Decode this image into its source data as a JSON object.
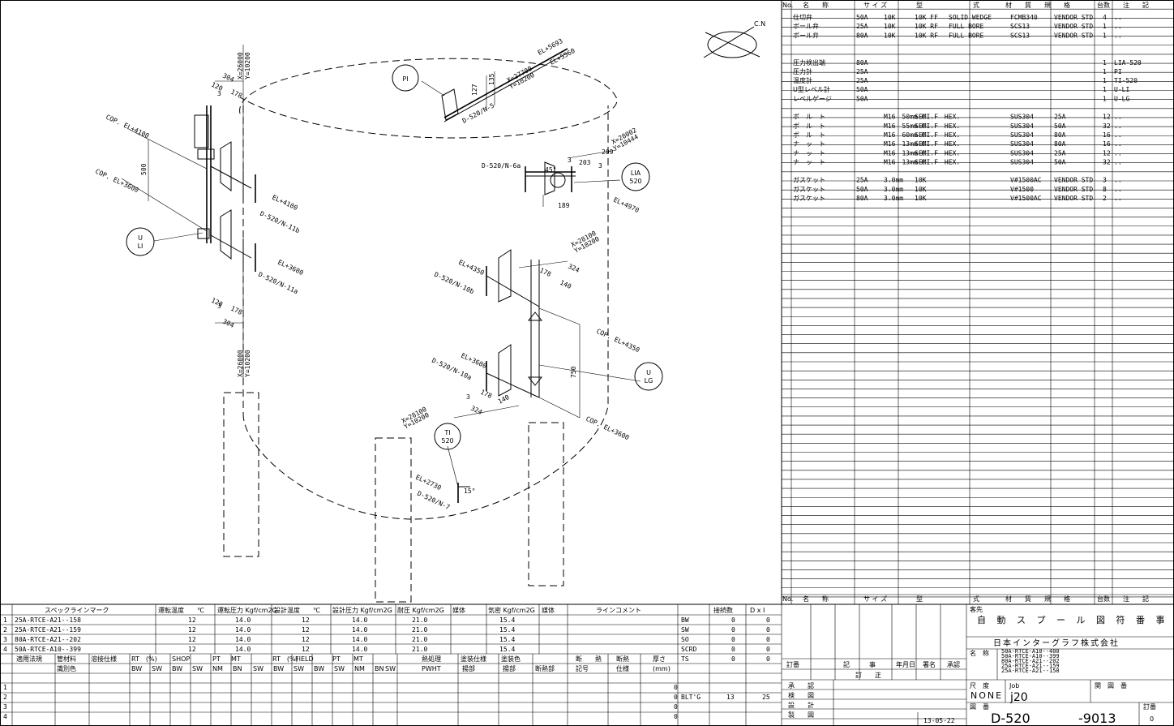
{
  "north_label": "C.N",
  "bubbles": [
    {
      "id": "pi",
      "l1": "PI",
      "l2": ""
    },
    {
      "id": "lia",
      "l1": "LIA",
      "l2": "520"
    },
    {
      "id": "uli",
      "l1": "U",
      "l2": "LI"
    },
    {
      "id": "ulg",
      "l1": "U",
      "l2": "LG"
    },
    {
      "id": "ti",
      "l1": "TI",
      "l2": "520"
    }
  ],
  "annotations": {
    "el5693": "EL+5693",
    "el5560": "EL+5560",
    "xy_pi": "X=27700",
    "y_pi": "Y=10200",
    "d127": "127",
    "d135": "135",
    "n5": "D-520/N-5",
    "xy_lia": "X=28002",
    "y_lia": "Y=10444",
    "d209": "209",
    "d203": "203",
    "d3a": "3",
    "d3b": "3",
    "n6a": "D-520/N-6a",
    "d45": "45°",
    "d189": "189",
    "el4970": "EL+4970",
    "cop4100": "COP. EL+4100",
    "cop3600l": "COP. EL+3600",
    "d500": "500",
    "d304t": "304",
    "d120t": "120",
    "d178t": "178",
    "d3c": "3",
    "xl_top": "X=26000",
    "yl_top": "Y=10200",
    "el4100": "EL+4100",
    "n11b": "D-520/N-11b",
    "el3600a": "EL+3600",
    "n11a": "D-520/N-11a",
    "d120b": "120",
    "d178b": "178",
    "d304b": "304",
    "d3d": "3",
    "xl_bot": "X=26000",
    "yl_bot": "Y=10200",
    "el4350": "EL+4350",
    "n10b": "D-520/N-10b",
    "d178m": "178",
    "d324m": "324",
    "d140m": "140",
    "xy_10b": "X=28100",
    "y_10b": "Y=10200",
    "cop4350": "COP. EL+4350",
    "d750": "750",
    "el3600b": "EL+3600",
    "n10a": "D-520/N-10a",
    "d178n": "178",
    "d140n": "140",
    "d324n": "324",
    "d3e": "3",
    "xy_10a": "X=28100",
    "y_10a": "Y=10200",
    "cop3600r": "COP. EL+3600",
    "el2730": "EL+2730",
    "n7": "D-520/N-7",
    "d15": "15°"
  },
  "bom": {
    "headers": [
      "No.",
      "名　　称",
      "サ イ ズ",
      "型",
      "式",
      "材　　質　　規　　格",
      "台数",
      "注　　記"
    ],
    "rows": [
      [
        "",
        "仕切弁",
        "50A",
        "10K",
        "10K FF",
        "SOLID WEDGE",
        "FCMB340",
        "VENDOR STD",
        "4",
        ".."
      ],
      [
        "",
        "ボール弁",
        "25A",
        "10K",
        "10K RF",
        "FULL BORE",
        "SCS13",
        "VENDOR STD",
        "1",
        ".."
      ],
      [
        "",
        "ボール弁",
        "80A",
        "10K",
        "10K RF",
        "FULL BORE",
        "SCS13",
        "VENDOR STD",
        "1",
        ".."
      ],
      [
        "",
        "",
        "",
        "",
        "",
        "",
        "",
        "",
        "",
        ""
      ],
      [
        "",
        "",
        "",
        "",
        "",
        "",
        "",
        "",
        "",
        ""
      ],
      [
        "",
        "圧力検出端",
        "80A",
        "",
        "",
        "",
        "",
        "",
        "1",
        "LIA-520"
      ],
      [
        "",
        "圧力計",
        "25A",
        "",
        "",
        "",
        "",
        "",
        "1",
        "PI"
      ],
      [
        "",
        "温度計",
        "25A",
        "",
        "",
        "",
        "",
        "",
        "1",
        "TI-520"
      ],
      [
        "",
        "U型レベル計",
        "50A",
        "",
        "",
        "",
        "",
        "",
        "1",
        "U-LI"
      ],
      [
        "",
        "レベルゲージ",
        "50A",
        "",
        "",
        "",
        "",
        "",
        "1",
        "U-LG"
      ],
      [
        "",
        "",
        "",
        "",
        "",
        "",
        "",
        "",
        "",
        ""
      ],
      [
        "",
        "ボ　ル　ト",
        "",
        "M16　50mm C",
        "SEMI.F　HEX.",
        "",
        "SUS304",
        "25A",
        "12",
        ".."
      ],
      [
        "",
        "ボ　ル　ト",
        "",
        "M16　55mm C",
        "SEMI.F　HEX.",
        "",
        "SUS304",
        "50A",
        "32",
        ".."
      ],
      [
        "",
        "ボ　ル　ト",
        "",
        "M16　60mm C",
        "SEMI.F　HEX.",
        "",
        "SUS304",
        "80A",
        "16",
        ".."
      ],
      [
        "",
        "ナ　ッ　ト",
        "",
        "M16　13mm C",
        "SEMI.F　HEX.",
        "",
        "SUS304",
        "80A",
        "16",
        ".."
      ],
      [
        "",
        "ナ　ッ　ト",
        "",
        "M16　13mm C",
        "SEMI.F　HEX.",
        "",
        "SUS304",
        "25A",
        "12",
        ".."
      ],
      [
        "",
        "ナ　ッ　ト",
        "",
        "M16　13mm C",
        "SEMI.F　HEX.",
        "",
        "SUS304",
        "50A",
        "32",
        ".."
      ],
      [
        "",
        "",
        "",
        "",
        "",
        "",
        "",
        "",
        "",
        ""
      ],
      [
        "",
        "ガスケット",
        "25A",
        "3.0mm",
        "10K",
        "",
        "V#1500AC",
        "VENDOR STD",
        "3",
        ".."
      ],
      [
        "",
        "ガスケット",
        "50A",
        "3.0mm",
        "10K",
        "",
        "V#1500",
        "VENDOR STD",
        "8",
        ".."
      ],
      [
        "",
        "ガスケット",
        "80A",
        "3.0mm",
        "10K",
        "",
        "V#1500AC",
        "VENDOR STD",
        "2",
        ".."
      ]
    ]
  },
  "spec": {
    "h1": [
      "スペックラインマーク",
      "運転温度　　℃",
      "運転圧力 Kgf/cm2G",
      "設計温度　　℃",
      "設計圧力 Kgf/cm2G",
      "耐圧 Kgf/cm2G",
      "媒体",
      "気密 Kgf/cm2G",
      "媒体",
      "ラインコメント"
    ],
    "rows": [
      {
        "no": "1",
        "mark": "25A-RTCE-A21--158",
        "op_t": "12",
        "op_p": "14.0",
        "ds_t": "12",
        "ds_p": "14.0",
        "hyd": "21.0",
        "air": "15.4"
      },
      {
        "no": "2",
        "mark": "25A-RTCE-A21--159",
        "op_t": "12",
        "op_p": "14.0",
        "ds_t": "12",
        "ds_p": "14.0",
        "hyd": "21.0",
        "air": "15.4"
      },
      {
        "no": "3",
        "mark": "80A-RTCE-A21--202",
        "op_t": "12",
        "op_p": "14.0",
        "ds_t": "12",
        "ds_p": "14.0",
        "hyd": "21.0",
        "air": "15.4"
      },
      {
        "no": "4",
        "mark": "50A-RTCE-A10--399",
        "op_t": "12",
        "op_p": "14.0",
        "ds_t": "12",
        "ds_p": "14.0",
        "hyd": "21.0",
        "air": "15.4"
      }
    ],
    "weld_head": [
      "",
      "接続数",
      "D x I"
    ],
    "weld": [
      [
        "BW",
        "0",
        "0"
      ],
      [
        "SW",
        "0",
        "0"
      ],
      [
        "SO",
        "0",
        "0"
      ],
      [
        "SCRD",
        "0",
        "0"
      ],
      [
        "TS",
        "0",
        "0"
      ]
    ],
    "h2": [
      "適用法規",
      "管材料",
      "溶接仕様",
      "RT　(%)",
      "SHOP",
      "PT",
      "MT",
      "RT　(%)",
      "FIELD",
      "PT",
      "MT",
      "熱処理",
      "塗装仕様",
      "塗装色",
      "断　　熱",
      "断熱",
      "厚さ"
    ],
    "h3": [
      "識別色",
      "BW",
      "SW",
      "BW",
      "SW",
      "NM",
      "BN",
      "SW",
      "BW",
      "SW",
      "BW",
      "SW",
      "NM",
      "BN",
      "SW",
      "PWHT",
      "揚部",
      "揚部",
      "断熱部",
      "記号",
      "仕様",
      "(mm)"
    ],
    "bottom_nos": [
      "1",
      "2",
      "3",
      "4"
    ],
    "bottom_zero": [
      "0",
      "0",
      "0",
      "0"
    ],
    "blt_label": "BLT'G",
    "blt_a": "13",
    "blt_b": "25"
  },
  "title": {
    "customer_label": "客先",
    "title_main": "自 動 ス プ ー ル 図 符 番 事 例",
    "company": "日本インターグラフ株式会社",
    "name_label": "名　称",
    "lines": [
      "50A-RTCE-A10--400",
      "50A-RTCE-A10--399",
      "80A-RTCE-A21--202",
      "25A-RTCE-A21--159",
      "25A-RTCE-A21--158"
    ],
    "rev_heads": [
      "訂番",
      "記　　　事",
      "年月日",
      "署名",
      "承認"
    ],
    "rev_label": "訂　　正",
    "approve": [
      "承　　認",
      "検　　図",
      "設　　計",
      "製　　図"
    ],
    "scale_label": "尺　度",
    "scale": "NONE",
    "job_label": "Job",
    "job": "j20",
    "related_label": "関　図　番",
    "dwg_label": "図　番",
    "dwg_no": "D-520",
    "dwg_suffix": "-9013",
    "rev_no_label": "訂番",
    "rev_no": "0",
    "date": "13-05-22"
  }
}
